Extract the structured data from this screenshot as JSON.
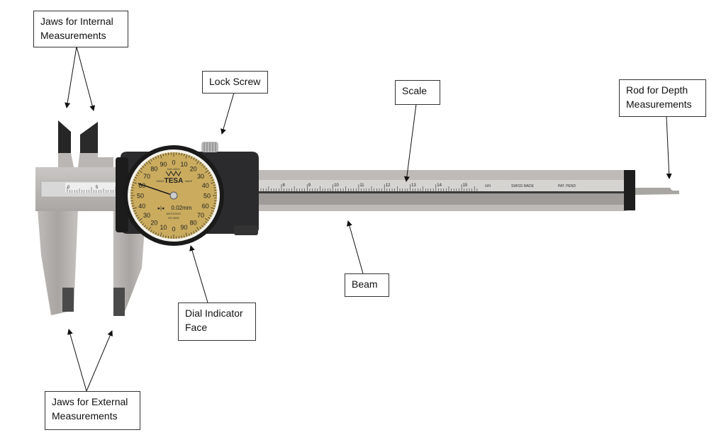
{
  "labels": {
    "internal_jaws": "Jaws for Internal Measurements",
    "lock_screw": "Lock Screw",
    "scale": "Scale",
    "depth_rod": "Rod for Depth Measurements",
    "beam": "Beam",
    "dial_face": "Dial Indicator Face",
    "external_jaws": "Jaws for External Measurements"
  },
  "dial": {
    "brand": "TESA",
    "resolution": "0.02mm",
    "line1": "ANTICHOC",
    "line2": "DS 0000",
    "small_left": "SWISS",
    "small_right": "MADE",
    "small_top": "DIAL INDIC",
    "numbers": [
      "0",
      "10",
      "20",
      "30",
      "40",
      "50",
      "60",
      "70",
      "80",
      "90",
      "0",
      "10",
      "20",
      "30",
      "40",
      "50",
      "60",
      "70",
      "80",
      "90"
    ]
  },
  "beam_scale": {
    "numbers": [
      "8",
      "9",
      "10",
      "11",
      "12",
      "13",
      "14",
      "15"
    ],
    "unit": "cm",
    "marking1": "SWISS MADE",
    "marking2": "PAT. PEND"
  },
  "vernier": {
    "numbers": [
      "0",
      "5"
    ]
  },
  "colors": {
    "dial_face": "#cbac5e",
    "steel": "#b4b1ae",
    "body": "#2b2b2d"
  }
}
